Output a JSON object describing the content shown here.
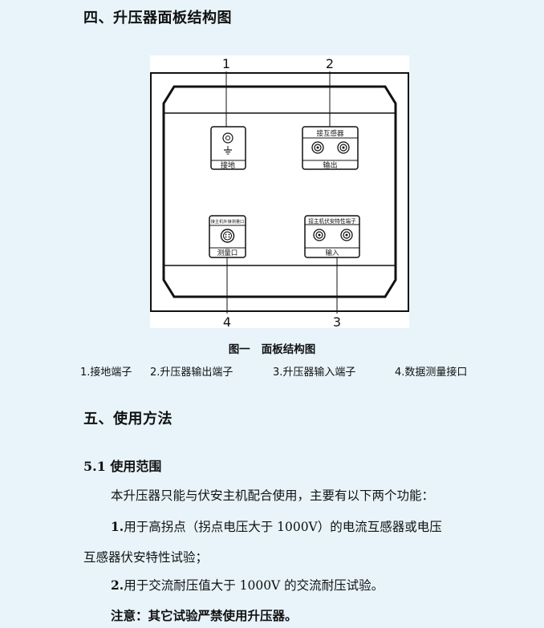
{
  "section4": {
    "title": "四、升压器面板结构图"
  },
  "figure": {
    "callouts": [
      "1",
      "2",
      "3",
      "4"
    ],
    "panel_ground": {
      "label": "接地"
    },
    "panel_output": {
      "top_label": "接互感器",
      "bottom_label": "输出"
    },
    "panel_measure": {
      "top_label": "接主机外接测量口",
      "bottom_label": "测量口"
    },
    "panel_input": {
      "top_label": "接主机伏安特性端子",
      "bottom_label": "输入"
    },
    "caption": "图一   面板结构图",
    "legend": [
      "1.接地端子",
      "2.升压器输出端子",
      "3.升压器输入端子",
      "4.数据测量接口"
    ]
  },
  "section5": {
    "title": "五、使用方法",
    "sub51": {
      "title": "5.1 使用范围"
    },
    "intro": "本升压器只能与伏安主机配合使用，主要有以下两个功能：",
    "item1_num": "1.",
    "item1_line1": "用于高拐点（拐点电压大于 1000V）的电流互感器或电压",
    "item1_line2": "互感器伏安特性试验；",
    "item2_num": "2.",
    "item2_text": "用于交流耐压值大于 1000V 的交流耐压试验。",
    "note": "注意：其它试验严禁使用升压器。"
  }
}
